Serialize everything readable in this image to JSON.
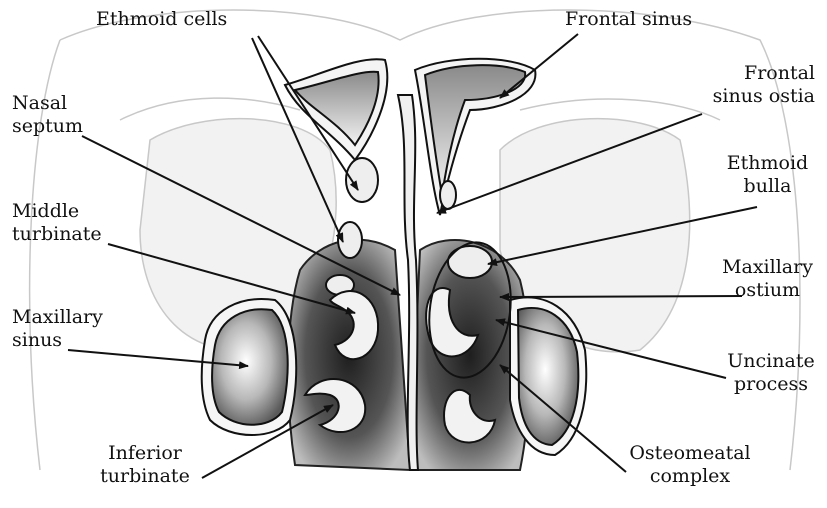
{
  "labels": {
    "ethmoid_cells": "Ethmoid cells",
    "frontal_sinus": "Frontal sinus",
    "nasal_septum": [
      "Nasal",
      "septum"
    ],
    "frontal_sinus_ostia": [
      "Frontal",
      "sinus ostia"
    ],
    "middle_turbinate": [
      "Middle",
      "turbinate"
    ],
    "ethmoid_bulla": [
      "Ethmoid",
      "bulla"
    ],
    "maxillary_ostium": [
      "Maxillary",
      "ostium"
    ],
    "maxillary_sinus": [
      "Maxillary",
      "sinus"
    ],
    "uncinate_process": [
      "Uncinate",
      "process"
    ],
    "inferior_turbinate": [
      "Inferior",
      "turbinate"
    ],
    "osteomeatal_complex": [
      "Osteomeatal",
      "complex"
    ]
  },
  "colors": {
    "ink": "#111111",
    "bone_fill": "#e6e6e6",
    "background_shading": "#f0f0f0",
    "cavity_dark": "#2a2a2a"
  }
}
